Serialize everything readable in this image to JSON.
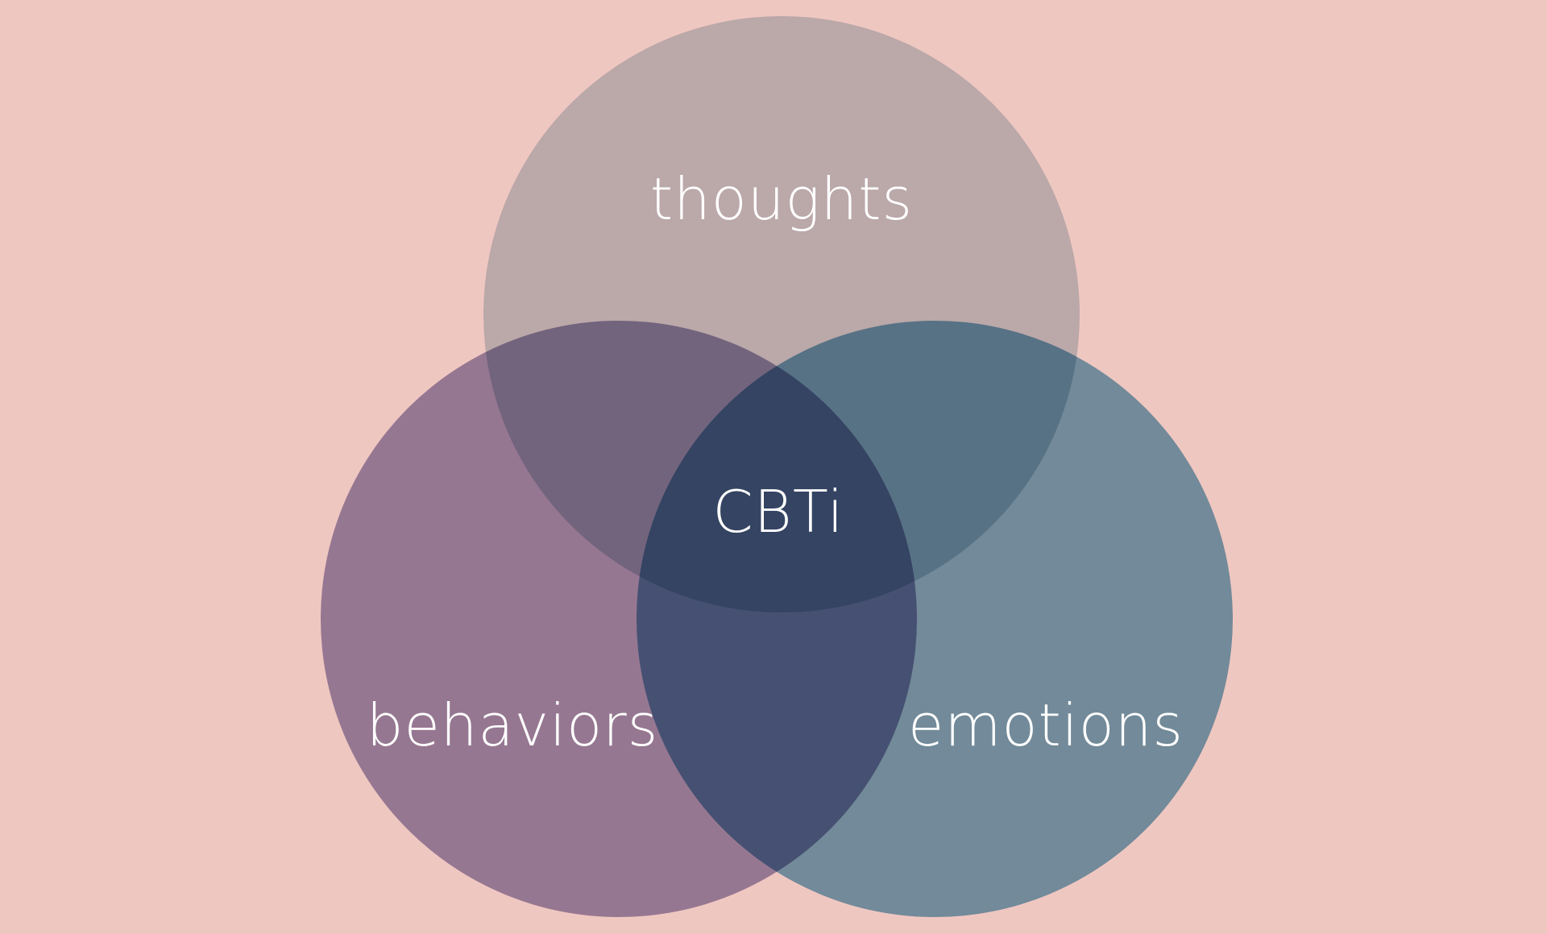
{
  "diagram": {
    "type": "venn",
    "sets": [
      {
        "label": "thoughts",
        "color": "#bba8a9"
      },
      {
        "label": "behaviors",
        "color": "#967791"
      },
      {
        "label": "emotions",
        "color": "#728a99"
      }
    ],
    "center_label": "CBTi",
    "overlap_colors": {
      "thoughts_behaviors": "#73647d",
      "thoughts_emotions": "#587285",
      "behaviors_emotions": "#465072",
      "all": "#344462"
    },
    "background": "#efc7c1"
  }
}
